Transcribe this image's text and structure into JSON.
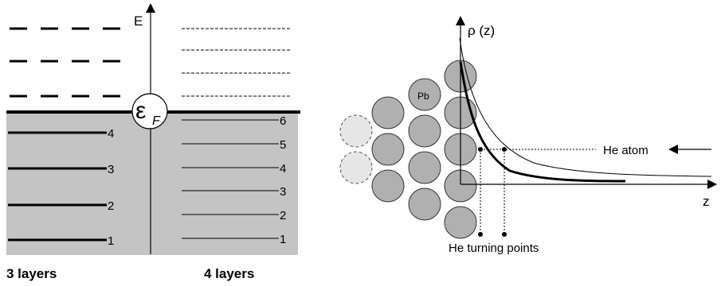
{
  "left_panel": {
    "axis_label": "E",
    "fermi_symbol": "ε",
    "fermi_subscript": "F",
    "three_layers": {
      "caption": "3 layers",
      "level_numbers": [
        "4",
        "3",
        "2",
        "1"
      ]
    },
    "four_layers": {
      "caption": "4 layers",
      "level_numbers": [
        "6",
        "5",
        "4",
        "3",
        "2",
        "1"
      ]
    }
  },
  "right_panel": {
    "y_axis_label": "ρ (z)",
    "x_axis_label": "z",
    "atom_label": "Pb",
    "incoming_label": "He atom",
    "turning_points_label": "He turning points"
  }
}
